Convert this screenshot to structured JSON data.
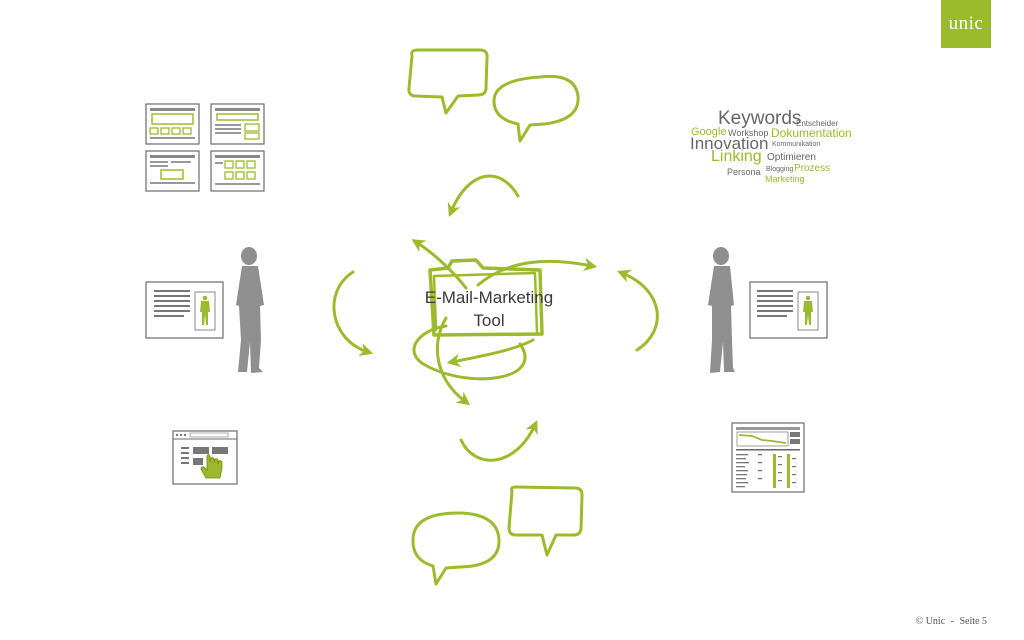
{
  "brand": {
    "logo_text": "unic",
    "accent_color": "#9bbb2c"
  },
  "center": {
    "line1": "E-Mail-Marketing",
    "line2": "Tool"
  },
  "word_cloud": {
    "keywords": "Keywords",
    "entscheider": "Entscheider",
    "google": "Google",
    "workshop": "Workshop",
    "dokumentation": "Dokumentation",
    "innovation": "Innovation",
    "kommunikation": "Kommunikation",
    "linking": "Linking",
    "optimieren": "Optimieren",
    "persona": "Persona",
    "blogging": "Blogging",
    "prozess": "Prozess",
    "marketing": "Marketing"
  },
  "footer": {
    "copyright": "© Unic",
    "separator": "-",
    "page": "Seite 5"
  }
}
